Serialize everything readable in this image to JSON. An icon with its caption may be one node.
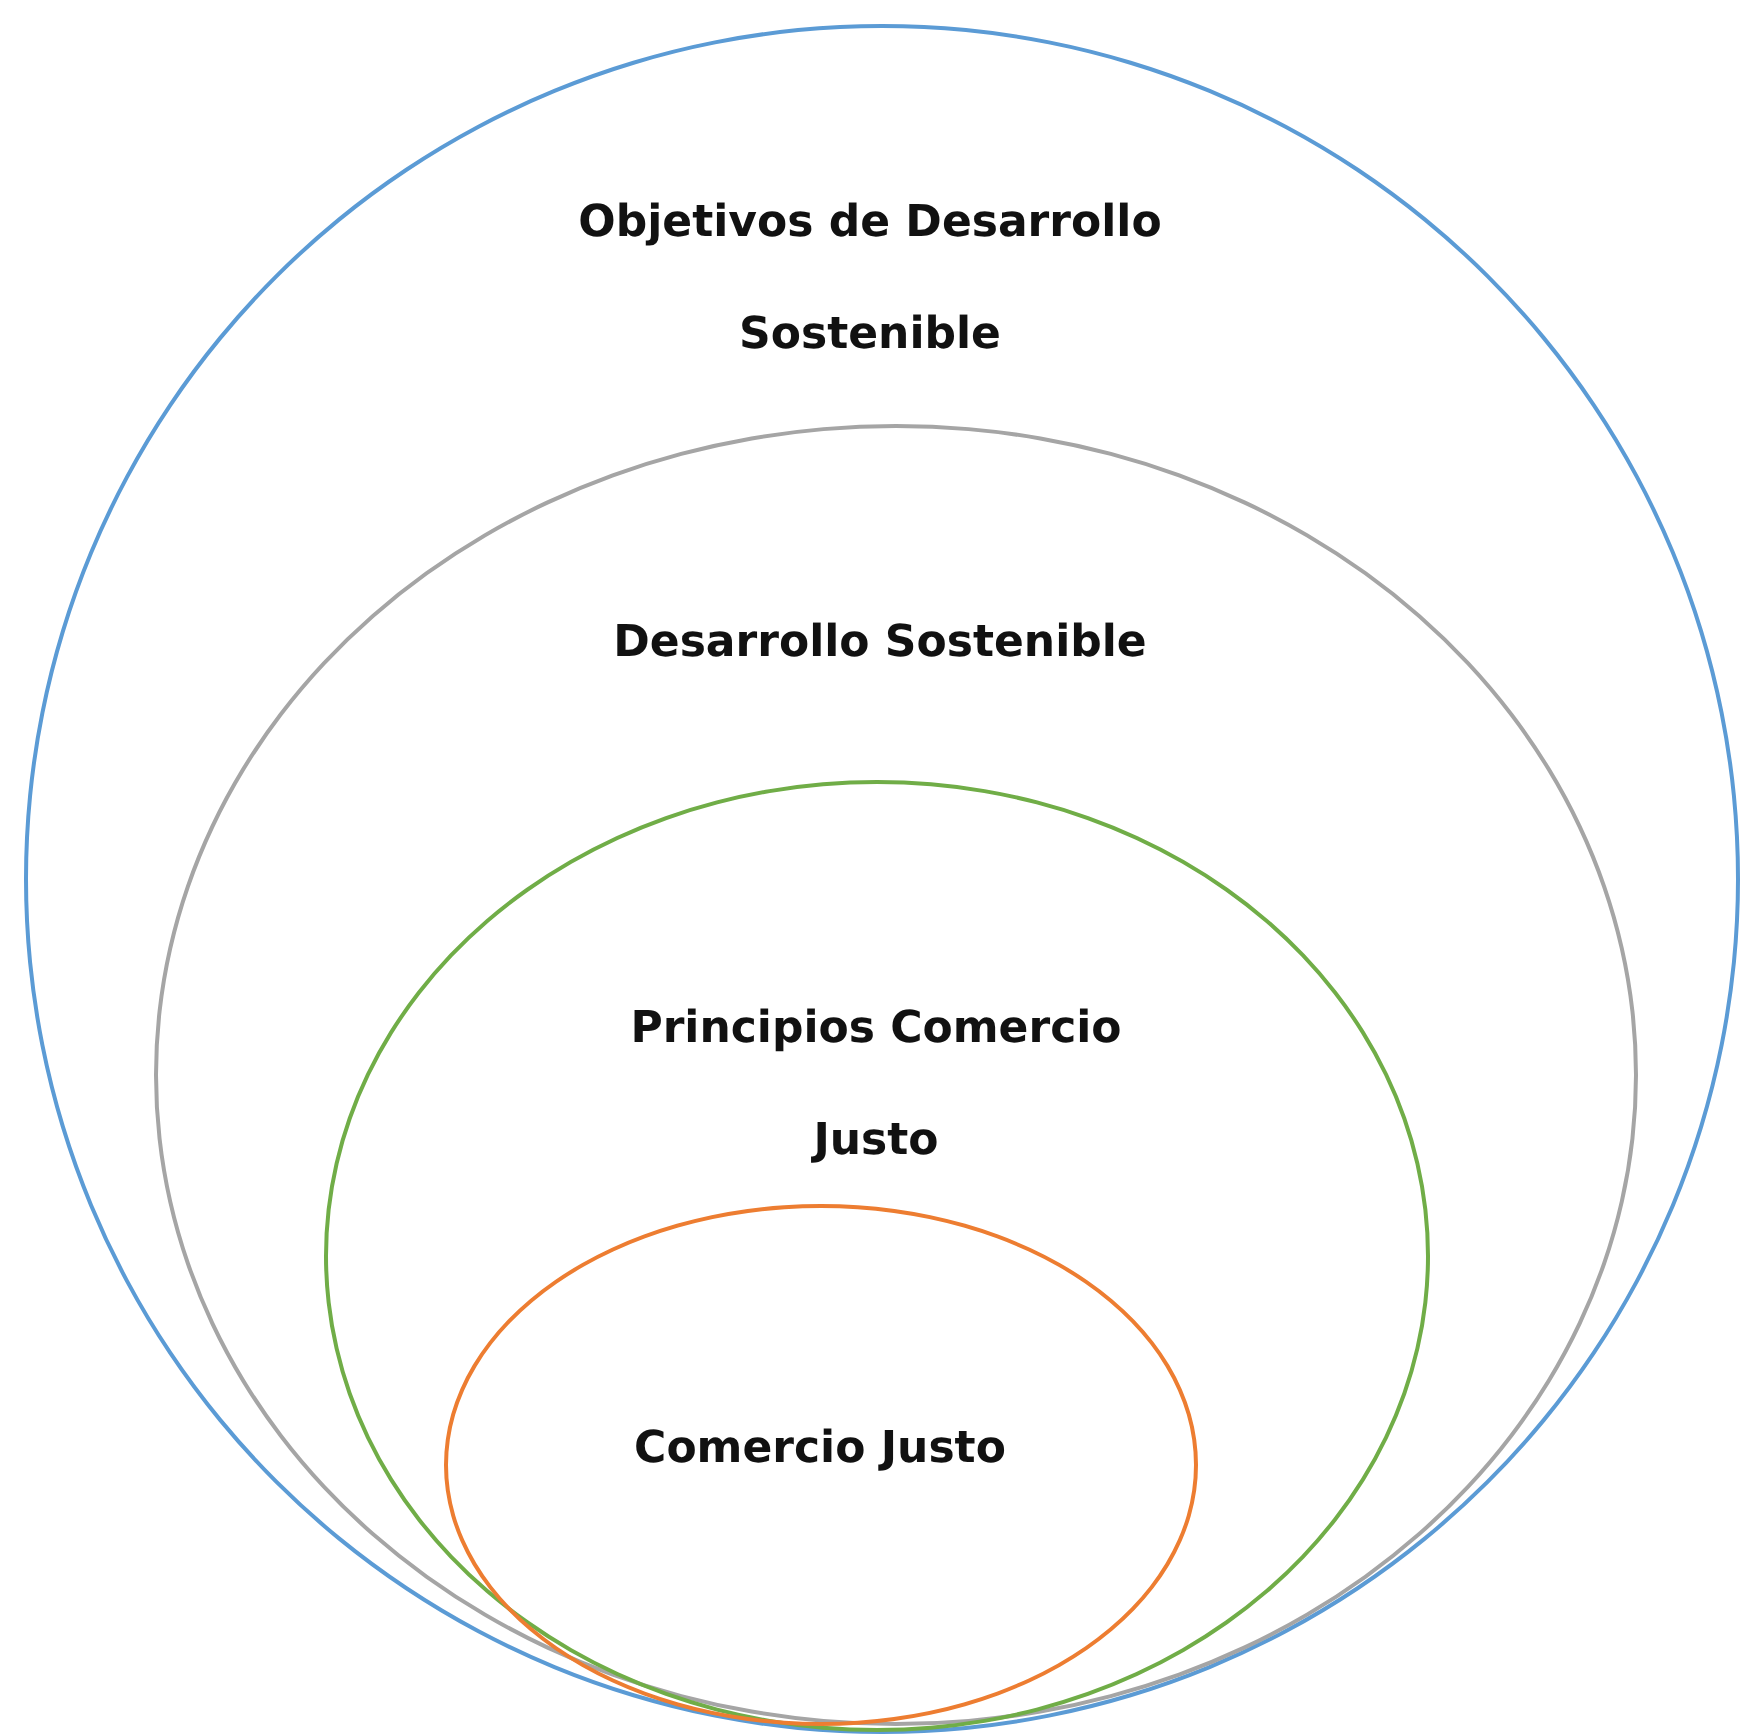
{
  "diagram": {
    "nodes": [
      {
        "text": [
          "Objetivos de Desarrollo Sostenible"
        ]
      },
      {
        "text": [
          "Desarrollo Sostenible"
        ],
        "in": 0
      },
      {
        "text": [
          "Principios Comercio Justo"
        ],
        "in": 1
      },
      {
        "text": [
          "Comercio Justo"
        ],
        "in": 2
      }
    ]
  }
}
